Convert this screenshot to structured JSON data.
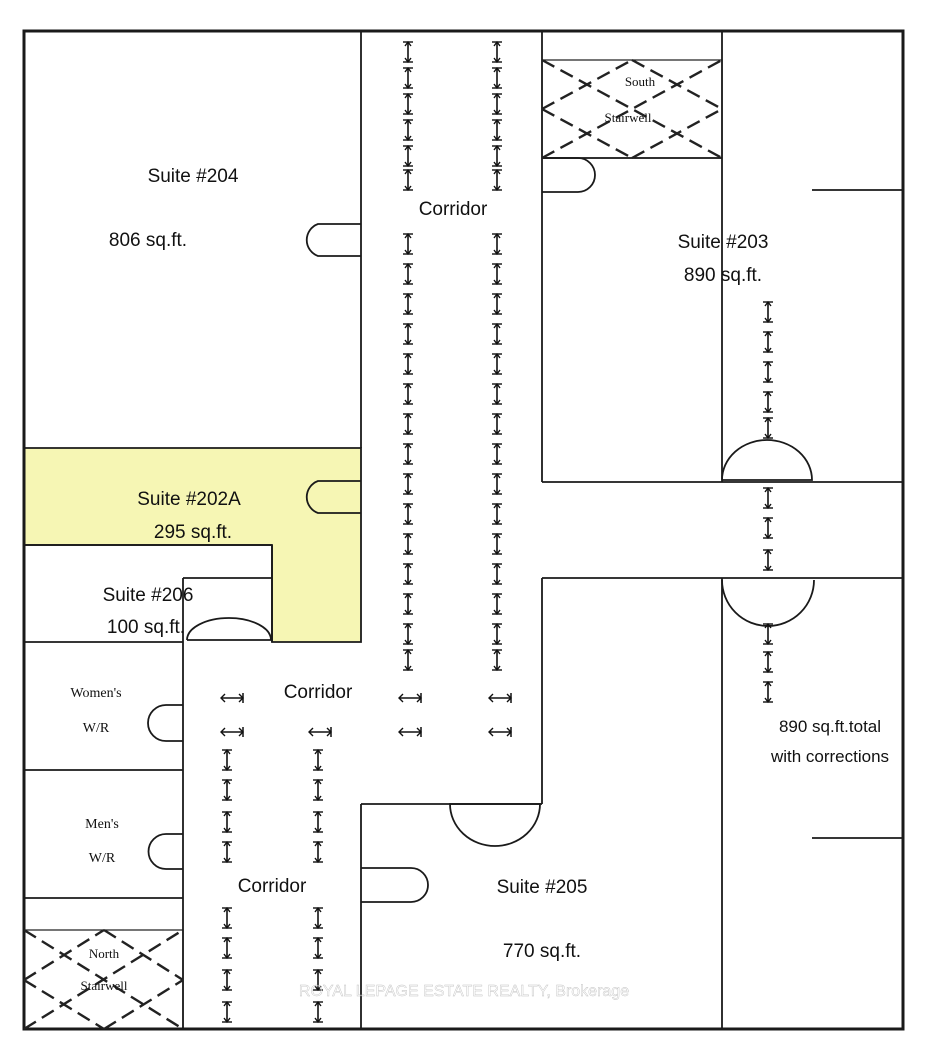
{
  "colors": {
    "highlight": "#f6f6b4",
    "wall": "#1a1a1a"
  },
  "rooms": {
    "suite_204": {
      "name": "Suite #204",
      "area": "806 sq.ft."
    },
    "suite_203": {
      "name": "Suite #203",
      "area": "890 sq.ft."
    },
    "suite_202a": {
      "name": "Suite #202A",
      "area": "295 sq.ft."
    },
    "suite_206": {
      "name": "Suite #206",
      "area": "100 sq.ft."
    },
    "suite_205": {
      "name": "Suite #205",
      "area": "770 sq.ft."
    },
    "womens_wr": {
      "line1": "Women's",
      "line2": "W/R"
    },
    "mens_wr": {
      "line1": "Men's",
      "line2": "W/R"
    },
    "east_suite": {
      "line1": "890 sq.ft.total",
      "line2": "with corrections"
    }
  },
  "corridors": {
    "upper": "Corridor",
    "middle": "Corridor",
    "lower": "Corridor"
  },
  "stairwells": {
    "south": {
      "line1": "South",
      "line2": "Stairwell"
    },
    "north": {
      "line1": "North",
      "line2": "Stairwell"
    }
  },
  "watermark": "ROYAL LEPAGE ESTATE REALTY, Brokerage"
}
